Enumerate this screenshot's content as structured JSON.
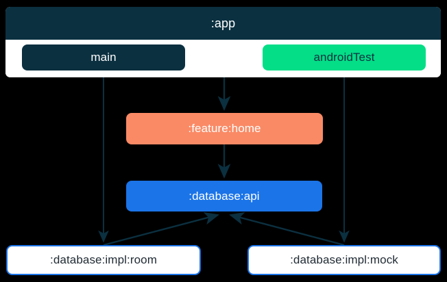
{
  "diagram": {
    "title": ":app",
    "type": "module-dependency-graph",
    "background_color": "#000000",
    "nodes": [
      {
        "id": "app",
        "label": ":app",
        "kind": "container",
        "fill": "#0b3040",
        "body_fill": "#ffffff",
        "text_color": "#ffffff"
      },
      {
        "id": "main",
        "label": "main",
        "kind": "source-set",
        "fill": "#0b3040",
        "text_color": "#ffffff"
      },
      {
        "id": "androidTest",
        "label": "androidTest",
        "kind": "source-set",
        "fill": "#04de87",
        "text_color": "#0b3040"
      },
      {
        "id": "feature-home",
        "label": ":feature:home",
        "kind": "module",
        "fill": "#fa8a65",
        "text_color": "#ffffff"
      },
      {
        "id": "database-api",
        "label": ":database:api",
        "kind": "module",
        "fill": "#1b74e8",
        "text_color": "#ffffff"
      },
      {
        "id": "database-impl-room",
        "label": ":database:impl:room",
        "kind": "module",
        "fill": "#ffffff",
        "border_color": "#1b74e8",
        "text_color": "#1f2a33"
      },
      {
        "id": "database-impl-mock",
        "label": ":database:impl:mock",
        "kind": "module",
        "fill": "#ffffff",
        "border_color": "#1b74e8",
        "text_color": "#1f2a33"
      }
    ],
    "edges": [
      {
        "id": "edge-main-to-room",
        "from": "main",
        "to": "database-impl-room",
        "style": "solid",
        "color": "#0b3040"
      },
      {
        "id": "edge-app-to-feature-home",
        "from": "app",
        "to": "feature-home",
        "style": "solid",
        "color": "#0b3040"
      },
      {
        "id": "edge-androidtest-to-mock",
        "from": "androidTest",
        "to": "database-impl-mock",
        "style": "solid",
        "color": "#0b3040"
      },
      {
        "id": "edge-feature-home-to-database-api",
        "from": "feature-home",
        "to": "database-api",
        "style": "solid",
        "color": "#0b3040"
      },
      {
        "id": "edge-room-to-database-api",
        "from": "database-impl-room",
        "to": "database-api",
        "style": "solid",
        "color": "#0b3040"
      },
      {
        "id": "edge-mock-to-database-api",
        "from": "database-impl-mock",
        "to": "database-api",
        "style": "solid",
        "color": "#0b3040"
      }
    ]
  }
}
